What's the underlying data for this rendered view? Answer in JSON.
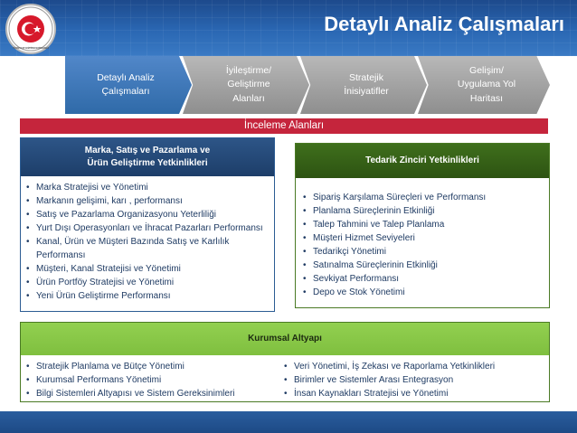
{
  "header": {
    "title": "Detaylı Analiz Çalışmaları",
    "logo_text": "TÜRKİYE CUMHURİYETİ EKONOMİ BAKANLIĞI"
  },
  "steps": [
    {
      "line1": "Detaylı Analiz",
      "line2": "Çalışmaları",
      "line3": "",
      "active": true
    },
    {
      "line1": "İyileştirme/",
      "line2": "Geliştirme",
      "line3": "Alanları",
      "active": false
    },
    {
      "line1": "Stratejik",
      "line2": "İnisiyatifler",
      "line3": "",
      "active": false
    },
    {
      "line1": "Gelişim/",
      "line2": "Uygulama Yol",
      "line3": "Haritası",
      "active": false
    }
  ],
  "section_header": "İnceleme Alanları",
  "panels": {
    "marketing": {
      "title_line1": "Marka, Satış ve Pazarlama ve",
      "title_line2": "Ürün Geliştirme Yetkinlikleri",
      "items": [
        "Marka Stratejisi ve Yönetimi",
        "Markanın gelişimi, karı , performansı",
        "Satış ve Pazarlama Organizasyonu Yeterliliği",
        "Yurt Dışı Operasyonları ve İhracat Pazarları Performansı",
        "Kanal, Ürün ve Müşteri Bazında Satış ve Karlılık Performansı",
        "Müşteri, Kanal Stratejisi ve Yönetimi",
        "Ürün Portföy Stratejisi ve Yönetimi",
        "Yeni Ürün Geliştirme Performansı"
      ]
    },
    "supply": {
      "title": "Tedarik Zinciri Yetkinlikleri",
      "items": [
        "Sipariş Karşılama Süreçleri ve Performansı",
        "Planlama Süreçlerinin Etkinliği",
        "Talep Tahmini ve Talep Planlama",
        "Müşteri Hizmet Seviyeleri",
        "Tedarikçi Yönetimi",
        "Satınalma Süreçlerinin Etkinliği",
        "Sevkiyat Performansı",
        "Depo ve Stok Yönetimi"
      ]
    },
    "infra": {
      "title": "Kurumsal Altyapı",
      "left_items": [
        "Stratejik Planlama ve Bütçe Yönetimi",
        "Kurumsal Performans Yönetimi",
        "Bilgi Sistemleri Altyapısı ve Sistem Gereksinimleri"
      ],
      "right_items": [
        "Veri Yönetimi, İş Zekası ve Raporlama Yetkinlikleri",
        "Birimler ve Sistemler Arası Entegrasyon",
        "İnsan Kaynakları Stratejisi ve Yönetimi"
      ]
    }
  },
  "colors": {
    "banner": "#1d4a8c",
    "active_step": "#3f7bc0",
    "inactive_step": "#a0a0a0",
    "section_header": "#c5253c",
    "marketing_head": "#1d3e69",
    "supply_head": "#2d5312",
    "infra_head": "#92d050"
  }
}
